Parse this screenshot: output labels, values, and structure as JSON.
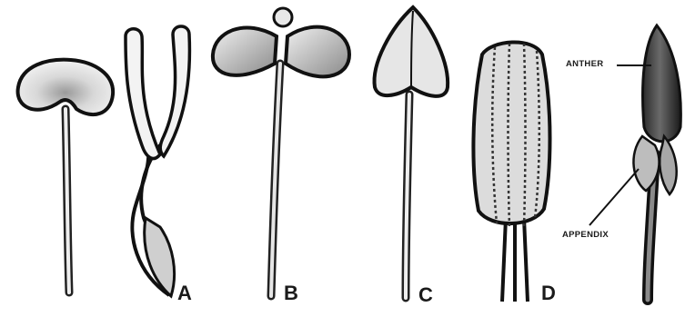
{
  "labels": {
    "a": "A",
    "b": "B",
    "c": "C",
    "d": "D",
    "anther": "ANTHER",
    "appendix": "APPENDIX"
  }
}
